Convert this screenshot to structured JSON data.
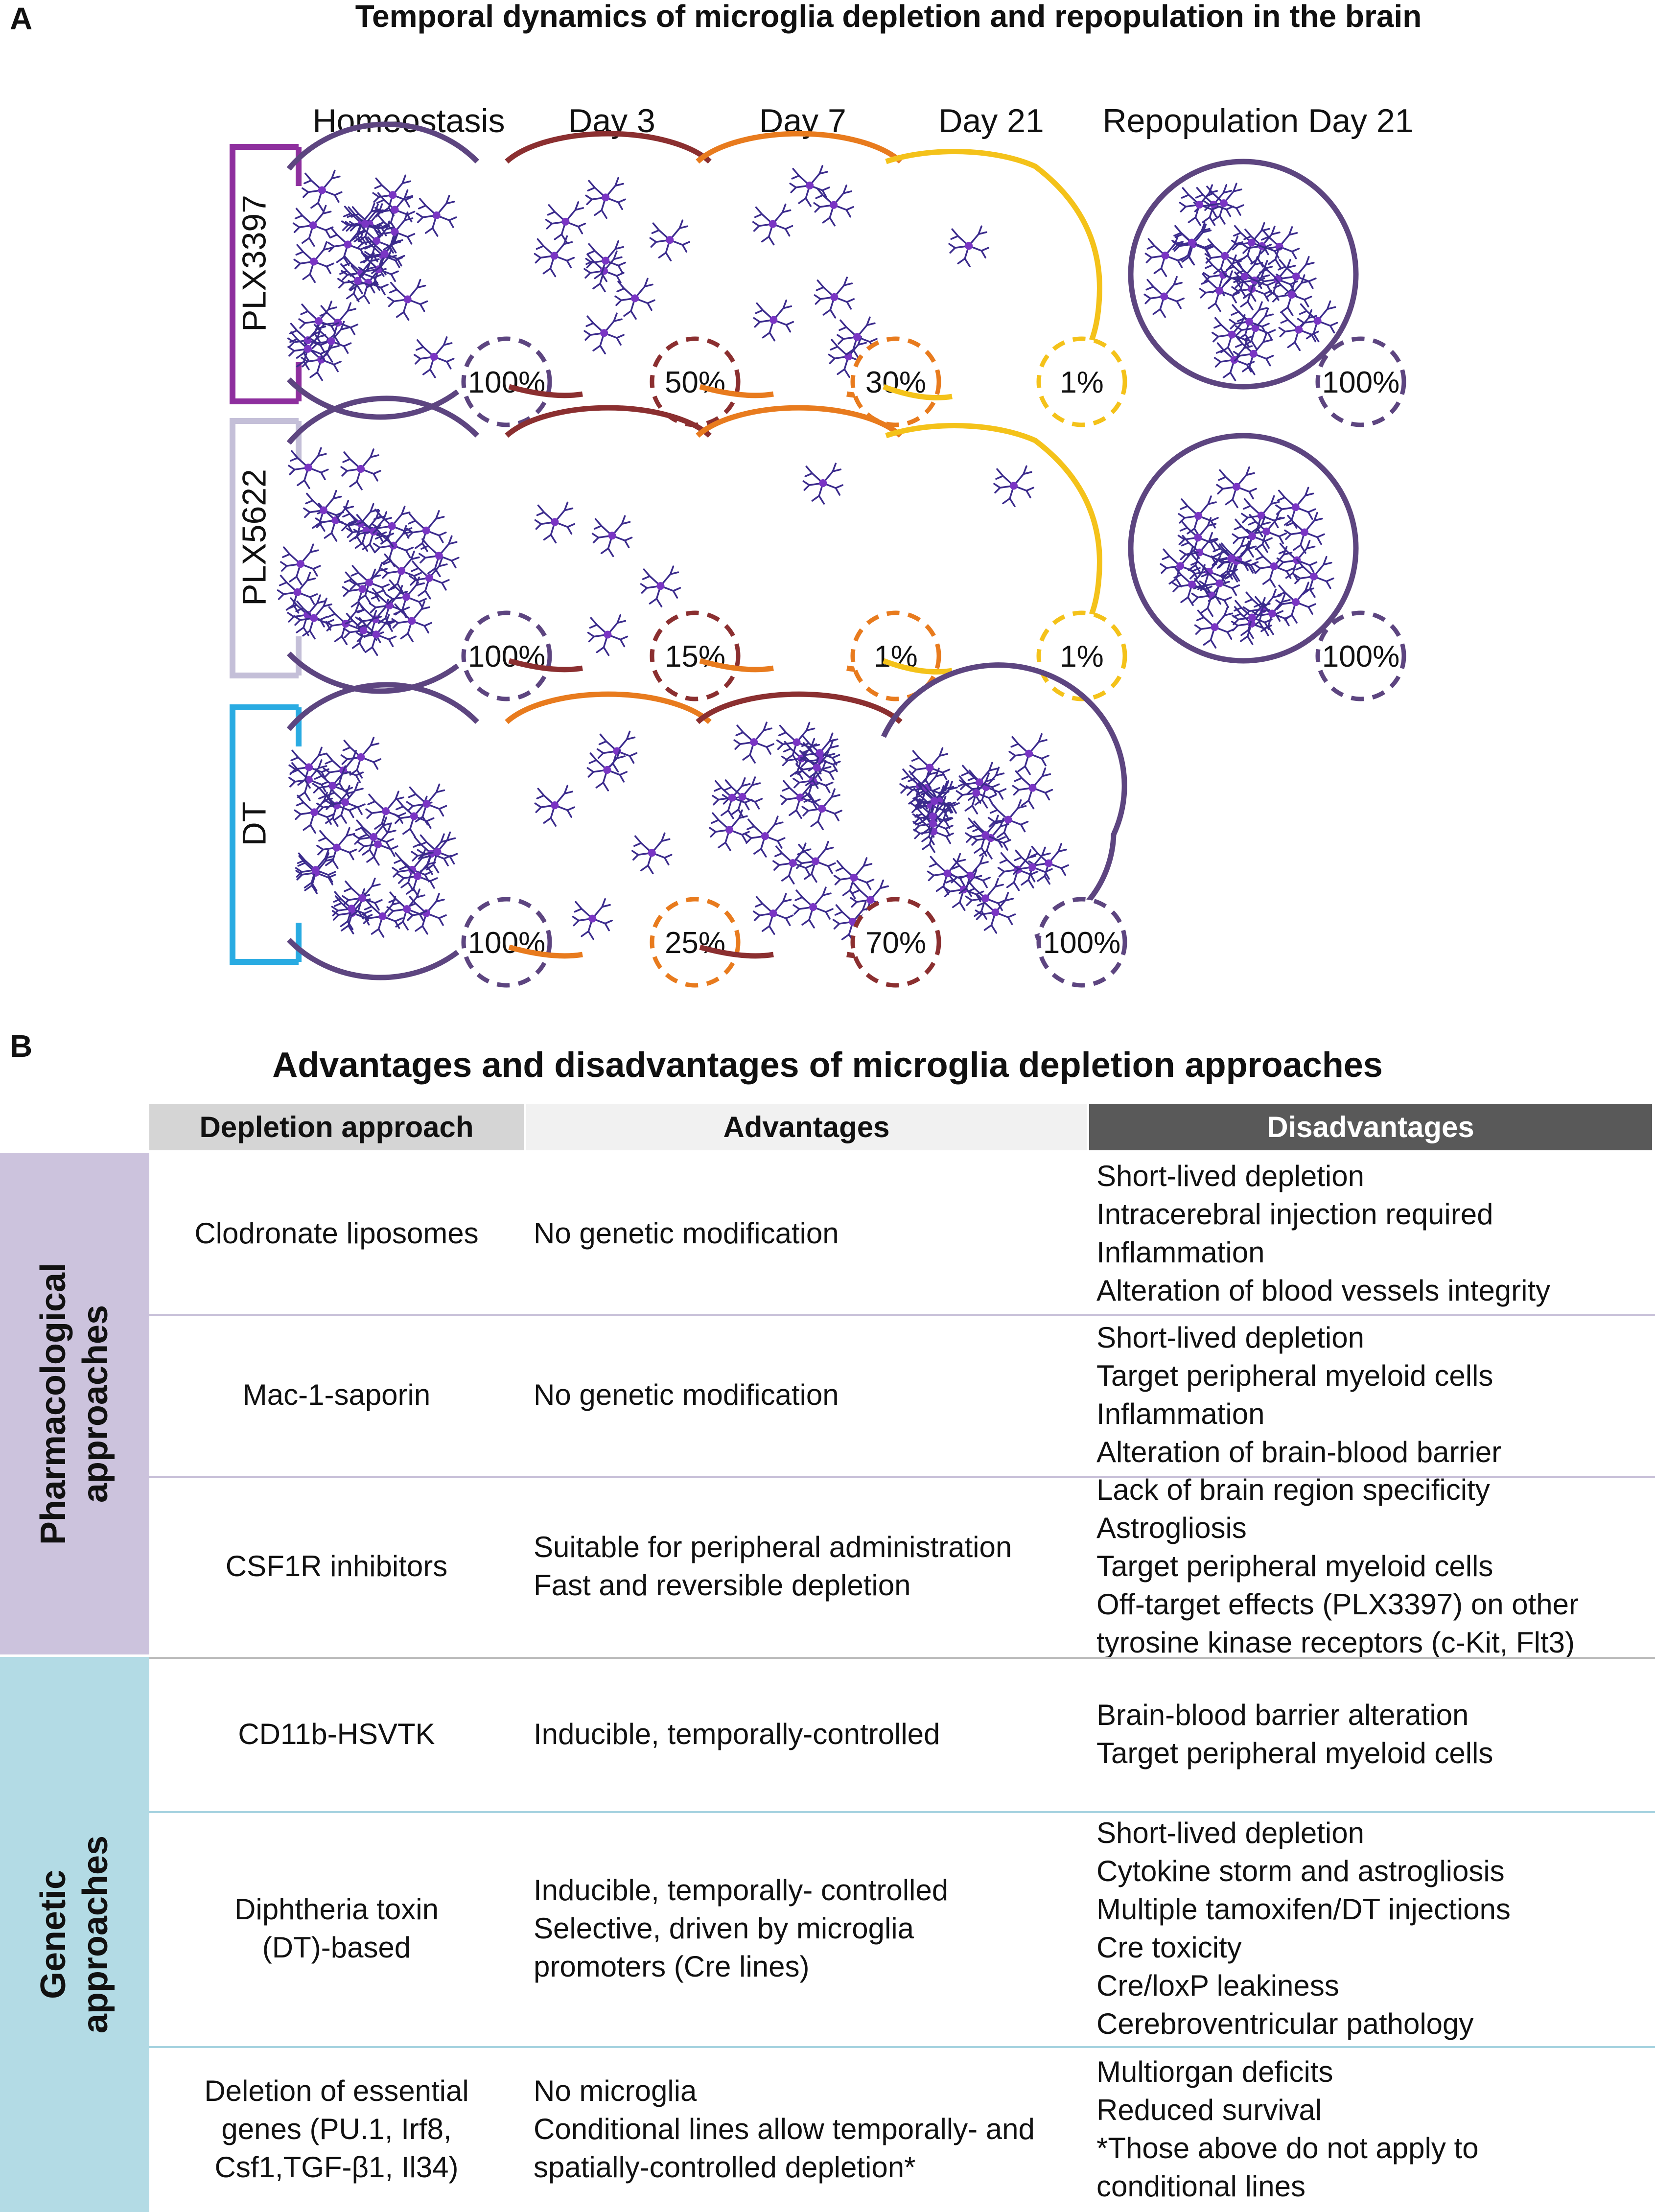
{
  "panel_a": {
    "letter": "A",
    "title": "Temporal dynamics of microglia depletion and repopulation in the brain",
    "stages": [
      "Homeostasis",
      "Day 3",
      "Day 7",
      "Day 21",
      "Repopulation Day 21"
    ],
    "rows": [
      {
        "label": "PLX3397",
        "label_color": "#8e2f9e",
        "stage_colors": [
          "#5d4580",
          "#8b2f30",
          "#e87b1e",
          "#f4c21a"
        ],
        "percents": [
          "100%",
          "50%",
          "30%",
          "1%"
        ],
        "repopulation_percent": "100%"
      },
      {
        "label": "PLX5622",
        "label_color": "#c4bfd8",
        "stage_colors": [
          "#5d4580",
          "#8b2f30",
          "#e87b1e",
          "#f4c21a"
        ],
        "percents": [
          "100%",
          "15%",
          "1%",
          "1%"
        ],
        "repopulation_percent": "100%"
      },
      {
        "label": "DT",
        "label_color": "#29abe2",
        "stage_colors": [
          "#5d4580",
          "#e87b1e",
          "#8b2f30",
          "#5d4580"
        ],
        "percents": [
          "100%",
          "25%",
          "70%",
          "100%"
        ]
      }
    ],
    "colors": {
      "cell": "#3b2b8c",
      "cell_body": "#7a35c4"
    }
  },
  "panel_b": {
    "letter": "B",
    "title": "Advantages and disadvantages of microglia depletion approaches",
    "headers": {
      "approach": "Depletion approach",
      "advantages": "Advantages",
      "disadvantages": "Disadvantages"
    },
    "groups": [
      {
        "label": "Pharmacological approaches",
        "color": "#ccc3dd",
        "line_color": "#c7bfd8"
      },
      {
        "label": "Genetic approaches",
        "color": "#b3dbe5",
        "line_color": "#a7d3e0"
      }
    ],
    "rows": [
      {
        "name": [
          "Clodronate liposomes"
        ],
        "advantages": [
          "No genetic modification"
        ],
        "disadvantages": [
          "Short-lived depletion",
          "Intracerebral injection required",
          "Inflammation",
          "Alteration of blood vessels integrity"
        ]
      },
      {
        "name": [
          "Mac-1-saporin"
        ],
        "advantages": [
          "No genetic modification"
        ],
        "disadvantages": [
          "Short-lived depletion",
          "Target peripheral myeloid cells",
          "Inflammation",
          "Alteration of brain-blood barrier"
        ]
      },
      {
        "name": [
          "CSF1R inhibitors"
        ],
        "advantages": [
          "Suitable for peripheral administration",
          "Fast and reversible depletion"
        ],
        "disadvantages": [
          "Lack of brain region specificity",
          "Astrogliosis",
          "Target peripheral myeloid cells",
          "Off-target effects (PLX3397) on other",
          "tyrosine kinase receptors (c-Kit, Flt3)"
        ]
      },
      {
        "name": [
          "CD11b-HSVTK"
        ],
        "advantages": [
          "Inducible, temporally-controlled"
        ],
        "disadvantages": [
          "Brain-blood barrier alteration",
          "Target peripheral myeloid cells"
        ]
      },
      {
        "name": [
          "Diphtheria toxin",
          "(DT)-based"
        ],
        "advantages": [
          "Inducible, temporally- controlled",
          "Selective, driven by microglia",
          "promoters (Cre lines)"
        ],
        "disadvantages": [
          "Short-lived depletion",
          "Cytokine storm and astrogliosis",
          "Multiple tamoxifen/DT injections",
          "Cre toxicity",
          "Cre/loxP leakiness",
          "Cerebroventricular pathology"
        ]
      },
      {
        "name": [
          "Deletion of essential",
          "genes (PU.1, Irf8,",
          "Csf1,TGF-β1, Il34)"
        ],
        "advantages": [
          "No microglia",
          "Conditional lines allow temporally- and",
          "spatially-controlled depletion*"
        ],
        "disadvantages": [
          "Multiorgan deficits",
          "Reduced survival",
          "*Those above do not apply to",
          "conditional lines"
        ]
      }
    ]
  }
}
